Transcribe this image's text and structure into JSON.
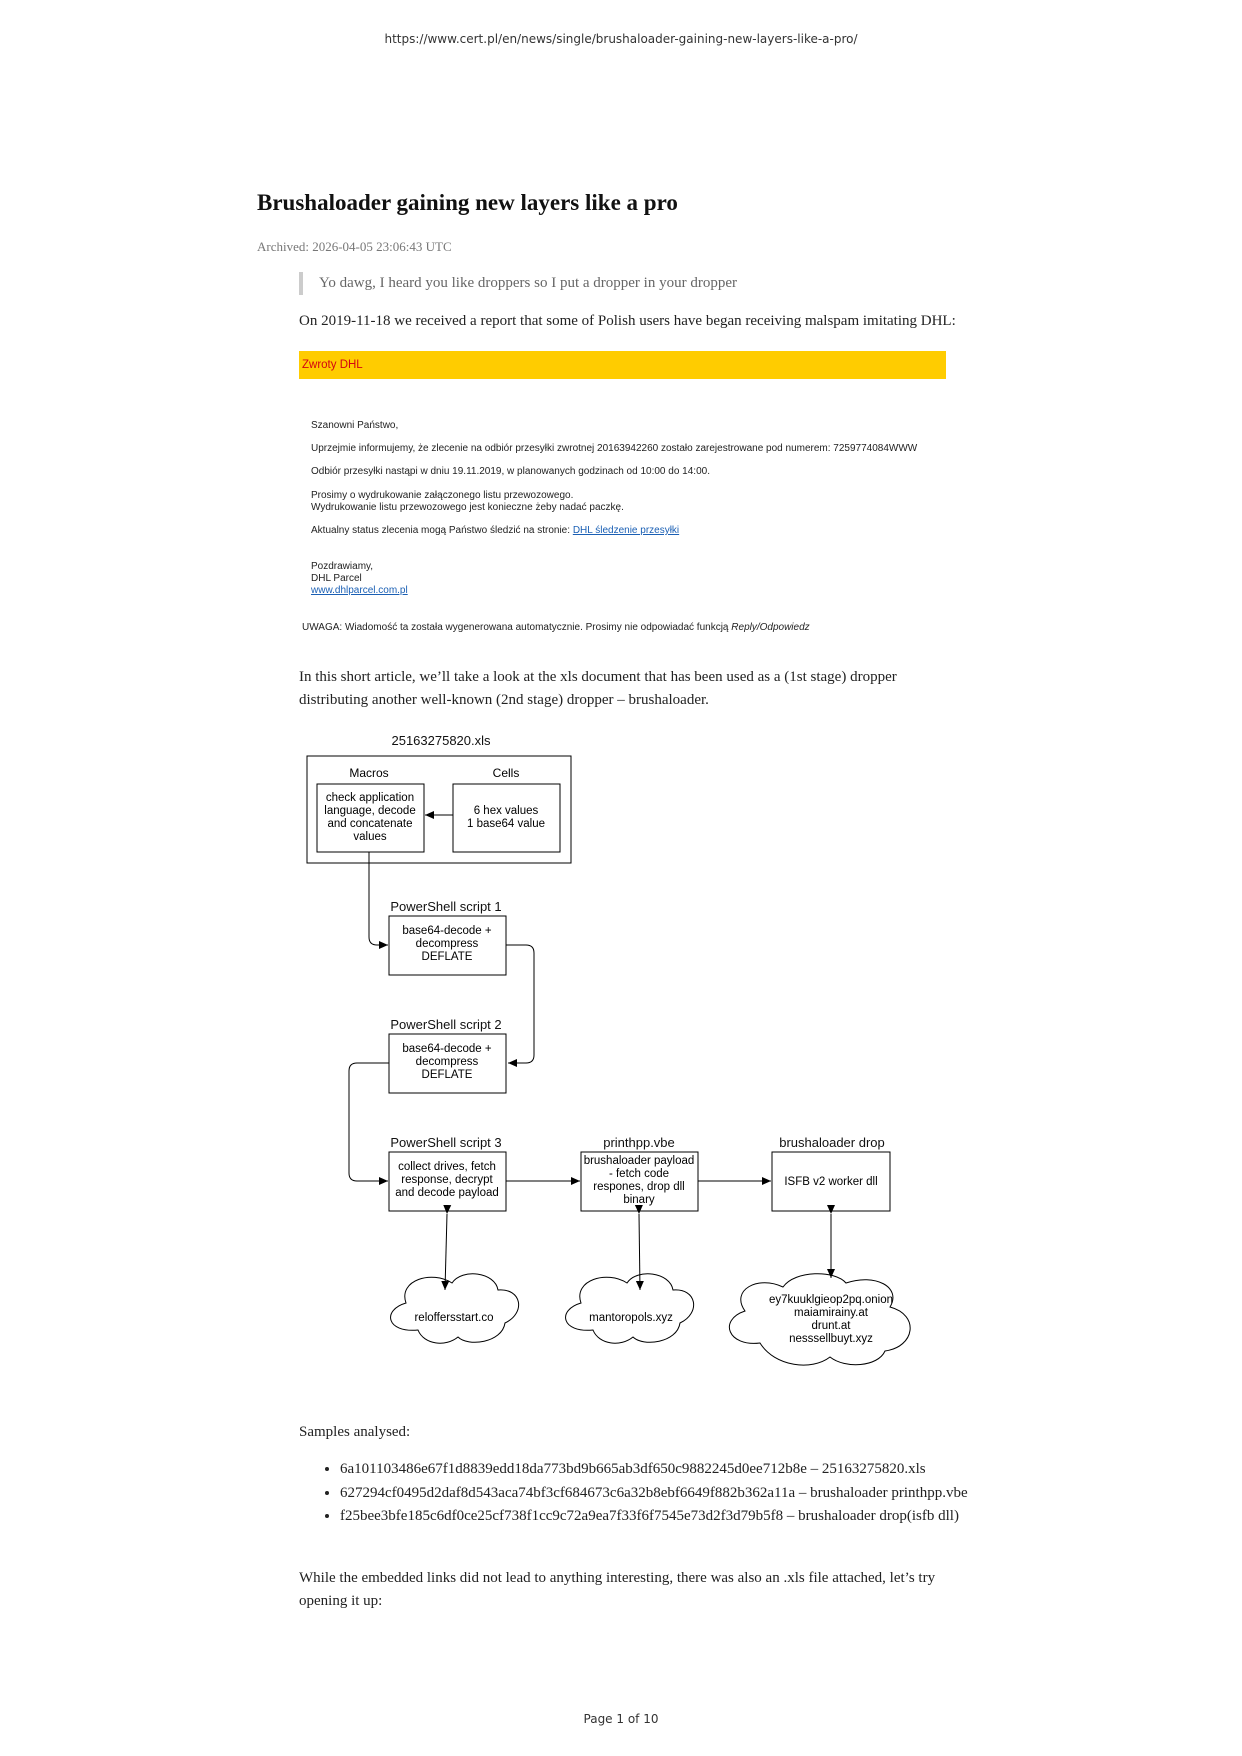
{
  "browser": {
    "url": "https://www.cert.pl/en/news/single/brushaloader-gaining-new-layers-like-a-pro/"
  },
  "article": {
    "title": "Brushaloader gaining new layers like a pro",
    "archived": "Archived: 2026-04-05 23:06:43 UTC",
    "quote": "Yo dawg, I heard you like droppers so I put a dropper in your dropper",
    "intro": "On 2019-11-18 we received a report that some of Polish users have began receiving malspam imitating DHL:",
    "paragraph2": "In this short article, we’ll take a look at the xls document that has been used as a (1st stage) dropper distributing another well-known (2nd stage) dropper – brushaloader.",
    "samples_heading": "Samples analysed:",
    "samples": [
      "6a101103486e67f1d8839edd18da773bd9b665ab3df650c9882245d0ee712b8e – 25163275820.xls",
      "627294cf0495d2daf8d543aca74bf3cf684673c6a32b8ebf6649f882b362a11a – brushaloader printhpp.vbe",
      "f25bee3bfe185c6df0ce25cf738f1cc9c72a9ea7f33f6f7545e73d2f3d79b5f8 – brushaloader drop(isfb dll)"
    ],
    "closing": "While the embedded links did not lead to anything interesting, there was also an .xls file attached, let’s try opening it up:"
  },
  "email": {
    "header": "Zwroty DHL",
    "greeting": "Szanowni Państwo,",
    "line1": "Uprzejmie informujemy, że zlecenie na odbiór przesyłki zwrotnej 20163942260 zostało zarejestrowane pod numerem: 7259774084WWW",
    "line2": "Odbiór przesyłki nastąpi w dniu 19.11.2019, w planowanych godzinach od 10:00 do 14:00.",
    "line3a": "Prosimy o wydrukowanie załączonego listu przewozowego.",
    "line3b": "Wydrukowanie listu przewozowego jest konieczne żeby nadać paczkę.",
    "status_prefix": "Aktualny status zlecenia mogą Państwo śledzić na stronie: ",
    "status_link": "DHL śledzenie przesyłki",
    "sign1": "Pozdrawiamy,",
    "sign2": "DHL Parcel",
    "sign_link": "www.dhlparcel.com.pl",
    "footer_prefix": "UWAGA: Wiadomość ta została wygenerowana automatycznie. Prosimy nie odpowiadać funkcją ",
    "footer_italic": "Reply/Odpowiedz"
  },
  "diagram": {
    "file_label": "25163275820.xls",
    "macros_label": "Macros",
    "cells_label": "Cells",
    "macros_box": [
      "check application",
      "language, decode",
      "and concatenate",
      "values"
    ],
    "cells_box": [
      "6 hex values",
      "1 base64 value"
    ],
    "ps1_label": "PowerShell script 1",
    "ps1_box": [
      "base64-decode +",
      "decompress",
      "DEFLATE"
    ],
    "ps2_label": "PowerShell script 2",
    "ps2_box": [
      "base64-decode +",
      "decompress",
      "DEFLATE"
    ],
    "ps3_label": "PowerShell script 3",
    "ps3_box": [
      "collect drives, fetch",
      "response, decrypt",
      "and decode payload"
    ],
    "vbe_label": "printhpp.vbe",
    "vbe_box": [
      "brushaloader payload",
      "- fetch code",
      "respones, drop dll",
      "binary"
    ],
    "drop_label": "brushaloader drop",
    "drop_box": [
      "ISFB v2 worker dll"
    ],
    "cloud1": [
      "reloffersstart.co"
    ],
    "cloud2": [
      "mantoropols.xyz"
    ],
    "cloud3": [
      "ey7kuuklgieop2pq.onion",
      "maiamirainy.at",
      "drunt.at",
      "nesssellbuyt.xyz"
    ]
  },
  "footer": {
    "page": "Page 1 of 10"
  }
}
